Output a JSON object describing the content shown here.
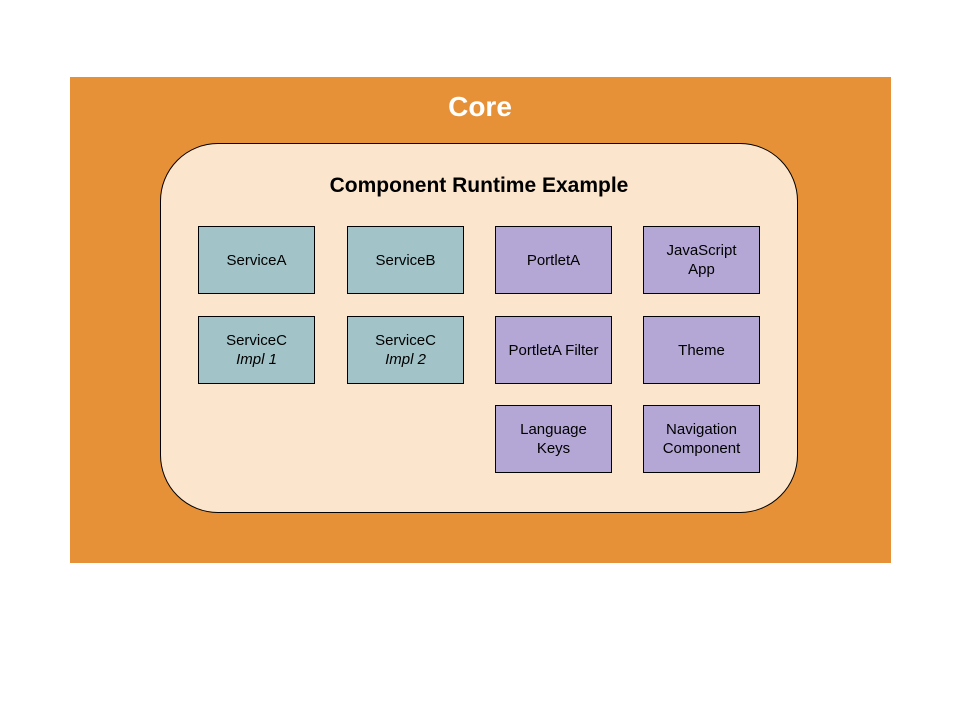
{
  "core": {
    "title": "Core",
    "color": "#e69138"
  },
  "runtime": {
    "title": "Component Runtime Example",
    "color": "#fce5cd"
  },
  "colors": {
    "service_box": "#a2c4c9",
    "ui_box": "#b4a7d6"
  },
  "components": {
    "service_a": {
      "line1": "ServiceA"
    },
    "service_b": {
      "line1": "ServiceB"
    },
    "portlet_a": {
      "line1": "PortletA"
    },
    "javascript_app": {
      "line1": "JavaScript",
      "line2": "App"
    },
    "service_c_impl1": {
      "line1": "ServiceC",
      "line2": "Impl 1"
    },
    "service_c_impl2": {
      "line1": "ServiceC",
      "line2": "Impl 2"
    },
    "portlet_a_filter": {
      "line1": "PortletA Filter"
    },
    "theme": {
      "line1": "Theme"
    },
    "language_keys": {
      "line1": "Language",
      "line2": "Keys"
    },
    "navigation_component": {
      "line1": "Navigation",
      "line2": "Component"
    }
  }
}
